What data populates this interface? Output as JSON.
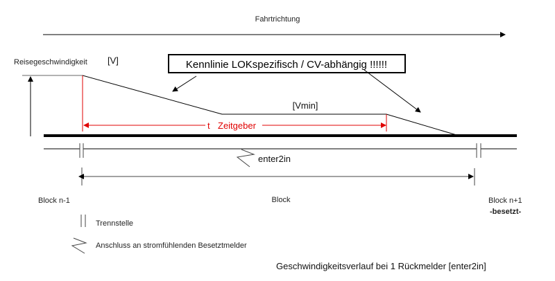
{
  "direction_label": "Fahrtrichtung",
  "cruise_speed_label": "Reisegeschwindigkeit",
  "v_label": "[V]",
  "curve_note": "Kennlinie LOKspezifisch / CV-abhängig !!!!!!",
  "vmin_label": "[Vmin]",
  "timer": {
    "t": "t",
    "label": "Zeitgeber"
  },
  "sensor_label": "enter2in",
  "blocks": {
    "prev": "Block n-1",
    "current": "Block",
    "next": "Block n+1",
    "next_status": "-besetzt-"
  },
  "legend": {
    "separator": "Trennstelle",
    "connection": "Anschluss an stromfühlenden Besetztmelder"
  },
  "caption": "Geschwindigkeitsverlauf bei 1 Rückmelder [enter2in]",
  "colors": {
    "timer": "#e00000",
    "line": "#000000"
  }
}
